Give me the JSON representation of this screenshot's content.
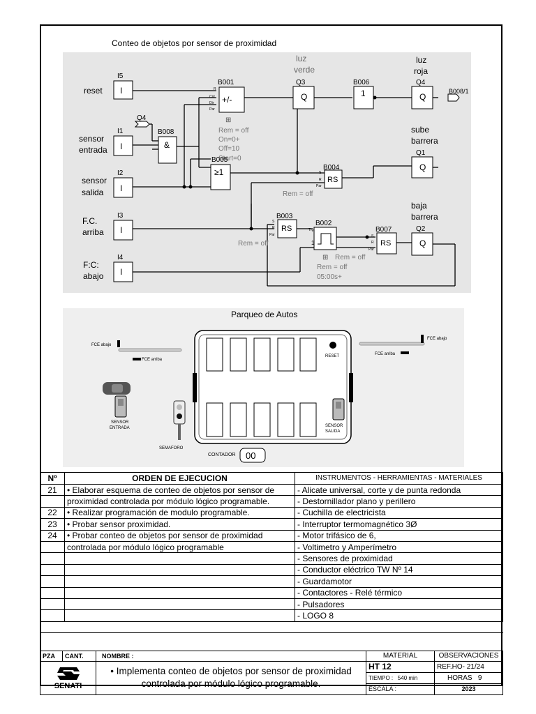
{
  "diagram": {
    "title": "Conteo de objetos por sensor de proximidad",
    "inputs": [
      {
        "id": "I5",
        "label": "reset"
      },
      {
        "id": "I1",
        "label1": "sensor",
        "label2": "entrada"
      },
      {
        "id": "I2",
        "label1": "sensor",
        "label2": "salida"
      },
      {
        "id": "I3",
        "label1": "F.C.",
        "label2": "arriba"
      },
      {
        "id": "I4",
        "label1": "F:C:",
        "label2": "abajo"
      }
    ],
    "blocks": {
      "b001": "B001",
      "b008": "B008",
      "b005": "B005",
      "b004": "B004",
      "b003": "B003",
      "b002": "B002",
      "b007": "B007",
      "b006": "B006",
      "b008_1": "B008/1",
      "q4_in": "Q4",
      "q3": "Q3",
      "q4": "Q4",
      "q1": "Q1",
      "q2": "Q2"
    },
    "symbols": {
      "Q": "Q",
      "I": "I",
      "amp": "&",
      "ge1": "≥1",
      "rs": "RS",
      "one": "1",
      "updown": "+/-"
    },
    "pin_labels": {
      "r": "R",
      "cnt": "Cnt",
      "dir": "Dir",
      "par": "Par",
      "s": "S",
      "trg": "Trg",
      "one": "1",
      "plus": "⊞"
    },
    "outputs_labels": {
      "luz_verde": [
        "luz",
        "verde"
      ],
      "luz_roja": [
        "luz",
        "roja"
      ],
      "sube_barrera": [
        "sube",
        "barrera"
      ],
      "baja_barrera": [
        "baja",
        "barrera"
      ]
    },
    "params": {
      "b001": [
        "Rem = off",
        "On=0+",
        "Off=10",
        "Start=0"
      ],
      "b004": "Rem = off",
      "b003": "Rem = off",
      "b002": [
        "Rem = off",
        "05:00s+"
      ],
      "b007": "Rem = off"
    }
  },
  "parking": {
    "title": "Parqueo de Autos",
    "fce_abajo": "FCE abajo",
    "fce_arriba": "FCE arriba",
    "reset": "RESET",
    "sensor_entrada": [
      "SENSOR",
      "ENTRADA"
    ],
    "sensor_salida": [
      "SENSOR",
      "SALIDA"
    ],
    "semaforo": "SEMAFORO",
    "contador_label": "CONTADOR",
    "contador_value": "00"
  },
  "order_table": {
    "col_num": "Nº",
    "col_orden": "ORDEN   DE   EJECUCION",
    "col_instr": "INSTRUMENTOS - HERRAMIENTAS - MATERIALES",
    "rows": [
      {
        "num": "21",
        "orden": "• Elaborar esquema de conteo de objetos por sensor de",
        "instr": "-  Alicate universal, corte y de punta redonda"
      },
      {
        "num": "",
        "orden": "   proximidad controlada por módulo lógico programable.",
        "instr": "-  Destornillador plano y perillero"
      },
      {
        "num": "22",
        "orden": "• Realizar programación de modulo programable.",
        "instr": "-  Cuchilla de electricista"
      },
      {
        "num": "23",
        "orden": "• Probar sensor proximidad.",
        "instr": "-  Interruptor termomagnético 3Ø"
      },
      {
        "num": "24",
        "orden": "• Probar conteo de objetos por sensor de proximidad",
        "instr": "-  Motor trifásico de 6,"
      },
      {
        "num": "",
        "orden": "   controlada por módulo lógico programable",
        "instr": "-  Voltimetro y Amperímetro"
      },
      {
        "num": "",
        "orden": "",
        "instr": "-  Sensores de proximidad"
      },
      {
        "num": "",
        "orden": "",
        "instr": "-  Conductor eléctrico TW Nº 14"
      },
      {
        "num": "",
        "orden": "",
        "instr": "-  Guardamotor"
      },
      {
        "num": "",
        "orden": "",
        "instr": "-  Contactores  -  Relé térmico"
      },
      {
        "num": "",
        "orden": "",
        "instr": "-  Pulsadores"
      },
      {
        "num": "",
        "orden": "",
        "instr": "-  LOGO 8"
      }
    ]
  },
  "footer": {
    "pza": "PZA",
    "cant": "CANT.",
    "nombre": "NOMBRE :",
    "material": "MATERIAL",
    "observaciones": "OBSERVACIONES",
    "title_line1": "• Implementa conteo de objetos por sensor de proximidad",
    "title_line2": "controlada por módulo lógico programable.",
    "ht": "HT 12",
    "ref": "REF.HO-  21/24",
    "tiempo_label": "TIEMPO :",
    "tiempo_value": "540 min",
    "horas_label": "HORAS",
    "horas_value": "9",
    "escala": "ESCALA :",
    "year": "2023",
    "logo": "SENATI"
  }
}
